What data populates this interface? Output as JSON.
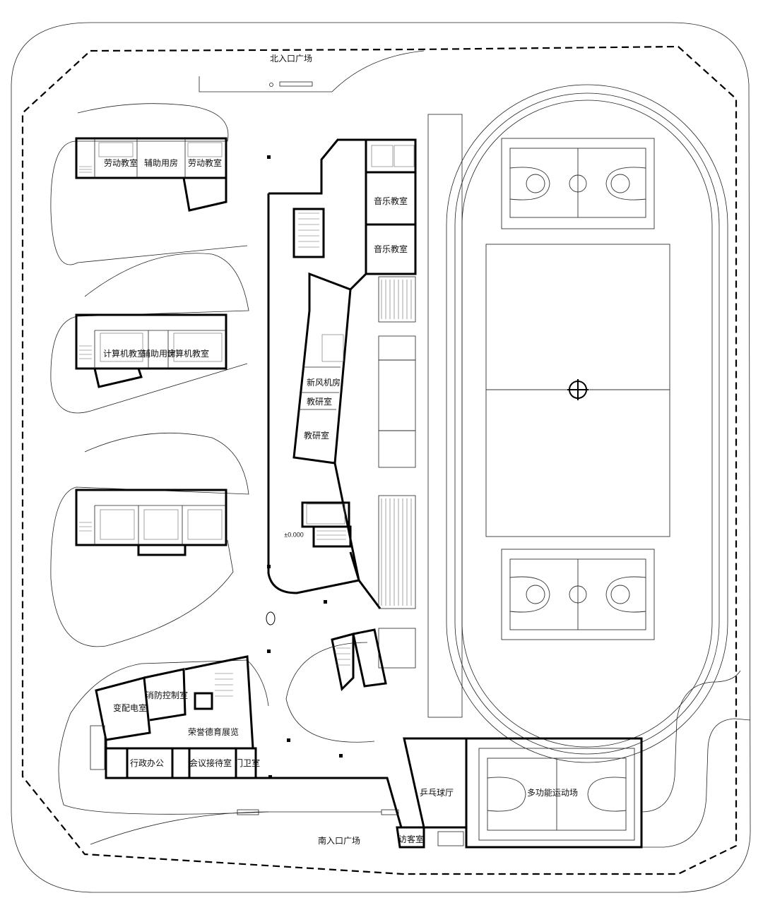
{
  "site": {
    "north_plaza": "北入口广场",
    "south_plaza": "南入口广场",
    "elevation_mark": "±0.000"
  },
  "rooms": {
    "labor_classroom_1": "劳动教室",
    "auxiliary_room_1": "辅助用房",
    "labor_classroom_2": "劳动教室",
    "computer_classroom_1": "计算机教室",
    "auxiliary_room_2": "辅助用房",
    "computer_classroom_2": "计算机教室",
    "music_classroom_1": "音乐教室",
    "music_classroom_2": "音乐教室",
    "fresh_air_room": "新风机房",
    "teaching_research_1": "教研室",
    "teaching_research_2": "教研室",
    "substation": "变配电室",
    "fire_control": "消防控制室",
    "honor_exhibition": "荣誉德育展览",
    "admin_office": "行政办公",
    "meeting_reception": "会议接待室",
    "guard_room": "门卫室",
    "table_tennis_hall": "乒乓球厅",
    "multifunction_court": "多功能运动场",
    "visitor_room": "访客室"
  },
  "colors": {
    "line": "#000000",
    "background": "#ffffff"
  }
}
